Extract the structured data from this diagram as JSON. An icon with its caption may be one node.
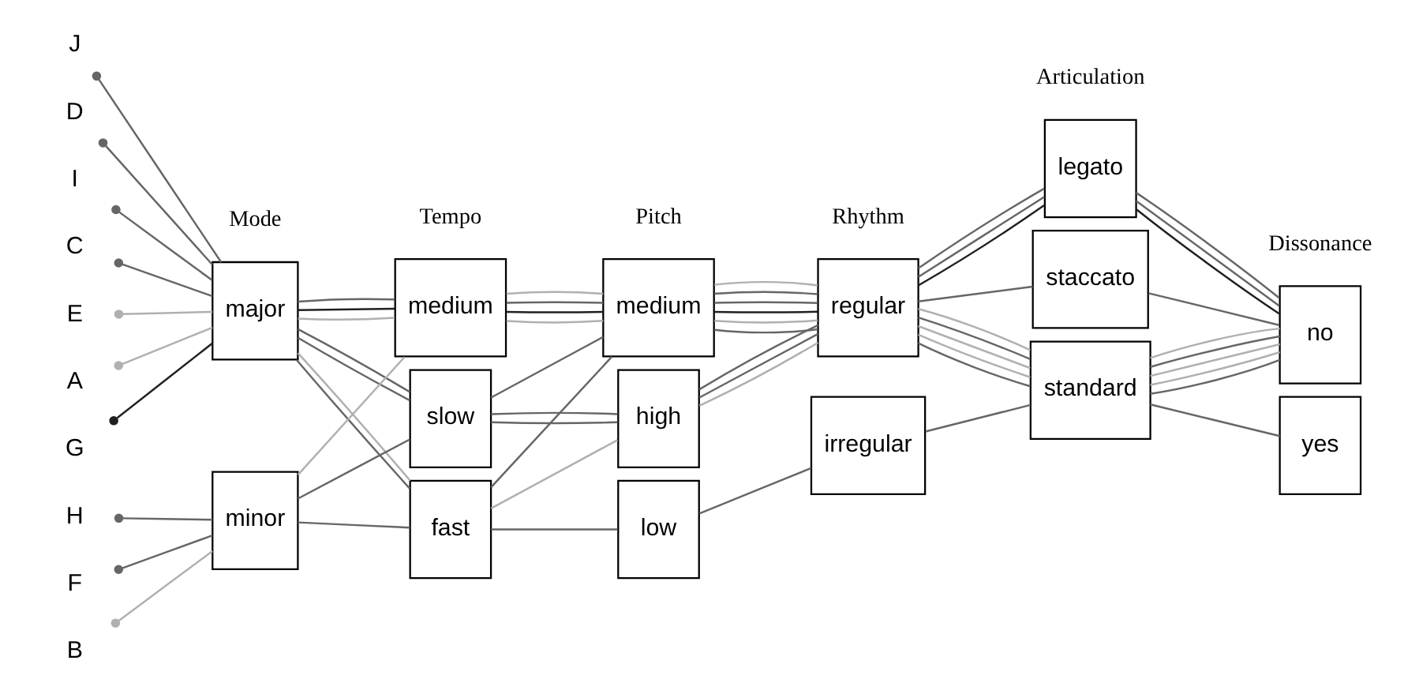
{
  "diagram": {
    "nodes": [
      {
        "text": [
          "C"
        ]
      },
      {
        "text": [
          "E"
        ]
      },
      {
        "text": [
          "A"
        ]
      },
      {
        "text": [
          "G"
        ]
      },
      {
        "text": [
          "J"
        ]
      },
      {
        "text": [
          "D"
        ]
      },
      {
        "text": [
          "I"
        ]
      },
      {
        "text": [
          "F"
        ]
      },
      {
        "text": [
          "B"
        ]
      },
      {
        "text": [
          "H"
        ]
      },
      {
        "text": [
          "major"
        ]
      },
      {
        "text": [
          "minor"
        ]
      },
      {
        "text": [
          "fast"
        ]
      },
      {
        "text": [
          "medium"
        ]
      },
      {
        "text": [
          "slow"
        ]
      },
      {
        "text": [
          "high"
        ]
      },
      {
        "text": [
          "medium"
        ]
      },
      {
        "text": [
          "low"
        ]
      },
      {
        "text": [
          "regular"
        ]
      },
      {
        "text": [
          "irregular"
        ]
      },
      {
        "text": [
          "legato"
        ]
      },
      {
        "text": [
          "standard"
        ]
      },
      {
        "text": [
          "staccato"
        ]
      },
      {
        "text": [
          "no"
        ]
      },
      {
        "text": [
          "yes"
        ]
      }
    ],
    "edges": [
      {
        "from": 0,
        "to": 10,
        "arrow": "other"
      },
      {
        "from": 1,
        "to": 10,
        "arrow": "other",
        "color": "#b0b0b0"
      },
      {
        "from": 2,
        "to": 10,
        "arrow": "other",
        "color": "#b0b0b0"
      },
      {
        "from": 3,
        "to": 10,
        "arrow": "other",
        "color": "#202020"
      },
      {
        "from": 4,
        "to": 10,
        "arrow": "other"
      },
      {
        "from": 5,
        "to": 10,
        "arrow": "other"
      },
      {
        "from": 6,
        "to": 10,
        "arrow": "other"
      },
      {
        "from": 7,
        "to": 11,
        "arrow": "other"
      },
      {
        "from": 8,
        "to": 11,
        "arrow": "other",
        "color": "#b0b0b0"
      },
      {
        "from": 9,
        "to": 11,
        "arrow": "other"
      },
      {
        "from": 10,
        "to": 12,
        "arrow": "none"
      },
      {
        "from": 10,
        "to": 12,
        "arrow": "none",
        "color": "#b0b0b0"
      },
      {
        "from": 10,
        "to": 13,
        "arrow": "none",
        "color": "#b0b0b0"
      },
      {
        "from": 10,
        "to": 13,
        "arrow": "none",
        "color": "#202020"
      },
      {
        "from": 10,
        "to": 13,
        "arrow": "none"
      },
      {
        "from": 10,
        "to": 14,
        "arrow": "none"
      },
      {
        "from": 10,
        "to": 14,
        "arrow": "none"
      },
      {
        "from": 11,
        "to": 12,
        "arrow": "none"
      },
      {
        "from": 11,
        "to": 13,
        "arrow": "none",
        "color": "#b0b0b0"
      },
      {
        "from": 11,
        "to": 14,
        "arrow": "none"
      },
      {
        "from": 12,
        "to": 16,
        "arrow": "none"
      },
      {
        "from": 12,
        "to": 15,
        "arrow": "none",
        "color": "#b0b0b0"
      },
      {
        "from": 13,
        "to": 16,
        "arrow": "none",
        "color": "#b0b0b0"
      },
      {
        "from": 13,
        "to": 16,
        "arrow": "none",
        "color": "#202020"
      },
      {
        "from": 13,
        "to": 16,
        "arrow": "none"
      },
      {
        "from": 14,
        "to": 15,
        "arrow": "none"
      },
      {
        "from": 14,
        "to": 16,
        "arrow": "none"
      },
      {
        "from": 12,
        "to": 17,
        "arrow": "none"
      },
      {
        "from": 13,
        "to": 16,
        "arrow": "none",
        "color": "#b0b0b0"
      },
      {
        "from": 14,
        "to": 15,
        "arrow": "none"
      },
      {
        "from": 16,
        "to": 18,
        "arrow": "none"
      },
      {
        "from": 15,
        "to": 18,
        "arrow": "none",
        "color": "#b0b0b0"
      },
      {
        "from": 16,
        "to": 18,
        "arrow": "none",
        "color": "#b0b0b0"
      },
      {
        "from": 16,
        "to": 18,
        "arrow": "none",
        "color": "#202020"
      },
      {
        "from": 16,
        "to": 18,
        "arrow": "none"
      },
      {
        "from": 15,
        "to": 18,
        "arrow": "none"
      },
      {
        "from": 16,
        "to": 18,
        "arrow": "none"
      },
      {
        "from": 17,
        "to": 19,
        "arrow": "none"
      },
      {
        "from": 16,
        "to": 18,
        "arrow": "none",
        "color": "#b0b0b0"
      },
      {
        "from": 15,
        "to": 18,
        "arrow": "none"
      },
      {
        "from": 18,
        "to": 21,
        "arrow": "none"
      },
      {
        "from": 18,
        "to": 21,
        "arrow": "none",
        "color": "#b0b0b0"
      },
      {
        "from": 18,
        "to": 21,
        "arrow": "none",
        "color": "#b0b0b0"
      },
      {
        "from": 18,
        "to": 20,
        "arrow": "none",
        "color": "#202020"
      },
      {
        "from": 18,
        "to": 22,
        "arrow": "none"
      },
      {
        "from": 18,
        "to": 20,
        "arrow": "none"
      },
      {
        "from": 18,
        "to": 21,
        "arrow": "none"
      },
      {
        "from": 19,
        "to": 21,
        "arrow": "none"
      },
      {
        "from": 18,
        "to": 21,
        "arrow": "none",
        "color": "#b0b0b0"
      },
      {
        "from": 18,
        "to": 20,
        "arrow": "none"
      },
      {
        "from": 21,
        "to": 23,
        "arrow": "none"
      },
      {
        "from": 21,
        "to": 23,
        "arrow": "none",
        "color": "#b0b0b0"
      },
      {
        "from": 21,
        "to": 23,
        "arrow": "none",
        "color": "#b0b0b0"
      },
      {
        "from": 20,
        "to": 23,
        "arrow": "none",
        "color": "#202020"
      },
      {
        "from": 22,
        "to": 23,
        "arrow": "none"
      },
      {
        "from": 20,
        "to": 23,
        "arrow": "none"
      },
      {
        "from": 21,
        "to": 23,
        "arrow": "none"
      },
      {
        "from": 21,
        "to": 24,
        "arrow": "none"
      },
      {
        "from": 21,
        "to": 23,
        "arrow": "none",
        "color": "#b0b0b0"
      },
      {
        "from": 20,
        "to": 23,
        "arrow": "none"
      }
    ],
    "labels": [
      "Mode",
      "Tempo",
      "Pitch",
      "Rhythm",
      "Articulation",
      "Dissonance"
    ]
  }
}
